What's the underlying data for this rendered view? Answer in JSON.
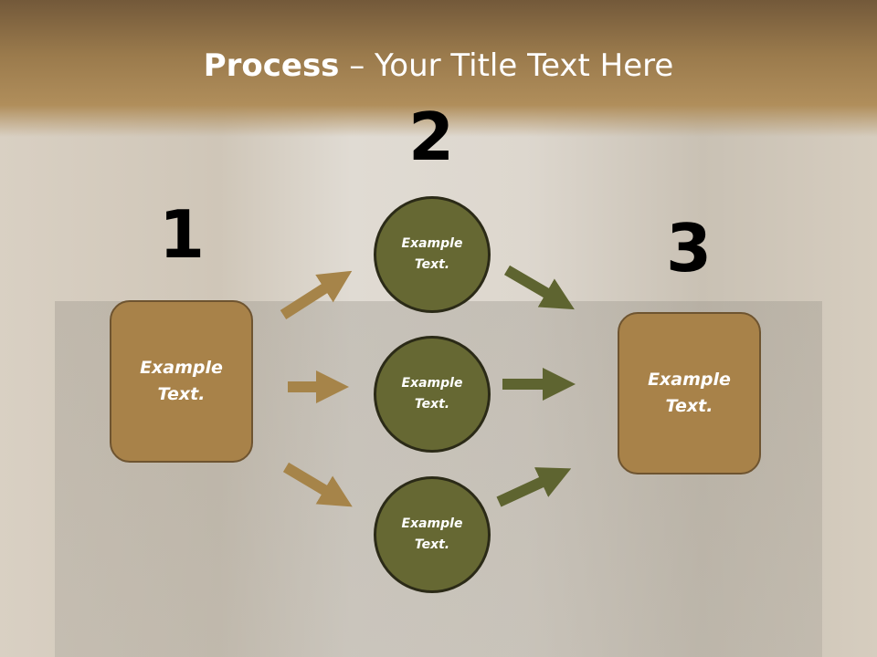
{
  "title": {
    "bold": "Process",
    "rest": " – Your Title Text Here"
  },
  "steps": {
    "n1": "1",
    "n2": "2",
    "n3": "3"
  },
  "left_box": {
    "line1": "Example",
    "line2": "Text."
  },
  "right_box": {
    "line1": "Example",
    "line2": "Text."
  },
  "circles": [
    {
      "line1": "Example",
      "line2": "Text."
    },
    {
      "line1": "Example",
      "line2": "Text."
    },
    {
      "line1": "Example",
      "line2": "Text."
    }
  ],
  "colors": {
    "box": "#a88249",
    "circle": "#666833",
    "arrow_left": "#a68449",
    "arrow_right": "#5e6430"
  }
}
